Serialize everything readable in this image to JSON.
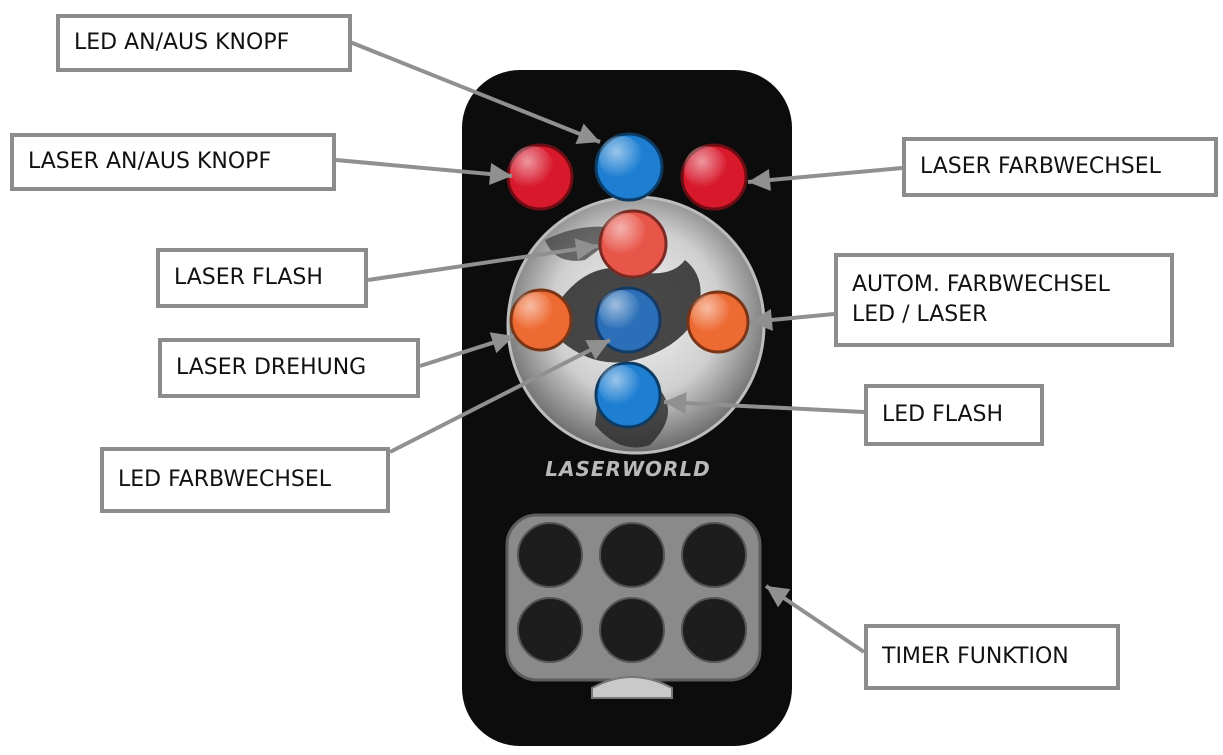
{
  "remote": {
    "brand": "LASERWORLD",
    "colors": {
      "body": "#0c0c0c",
      "btn_red": "#d8182b",
      "btn_blue": "#1e7fd2",
      "btn_orange": "#ee6a33",
      "btn_salmon": "#e8564a",
      "timer_key": "#1d1d1d",
      "timer_panel": "#8a8a8a",
      "arrow": "#909090"
    }
  },
  "labels": {
    "led_on_off": "LED AN/AUS KNOPF",
    "laser_on_off": "LASER AN/AUS KNOPF",
    "laser_color_change": "LASER FARBWECHSEL",
    "laser_flash": "LASER FLASH",
    "auto_color_change": "AUTOM. FARBWECHSEL\nLED / LASER",
    "laser_rotation": "LASER DREHUNG",
    "led_flash": "LED FLASH",
    "led_color_change": "LED FARBWECHSEL",
    "timer_function": "TIMER FUNKTION"
  }
}
